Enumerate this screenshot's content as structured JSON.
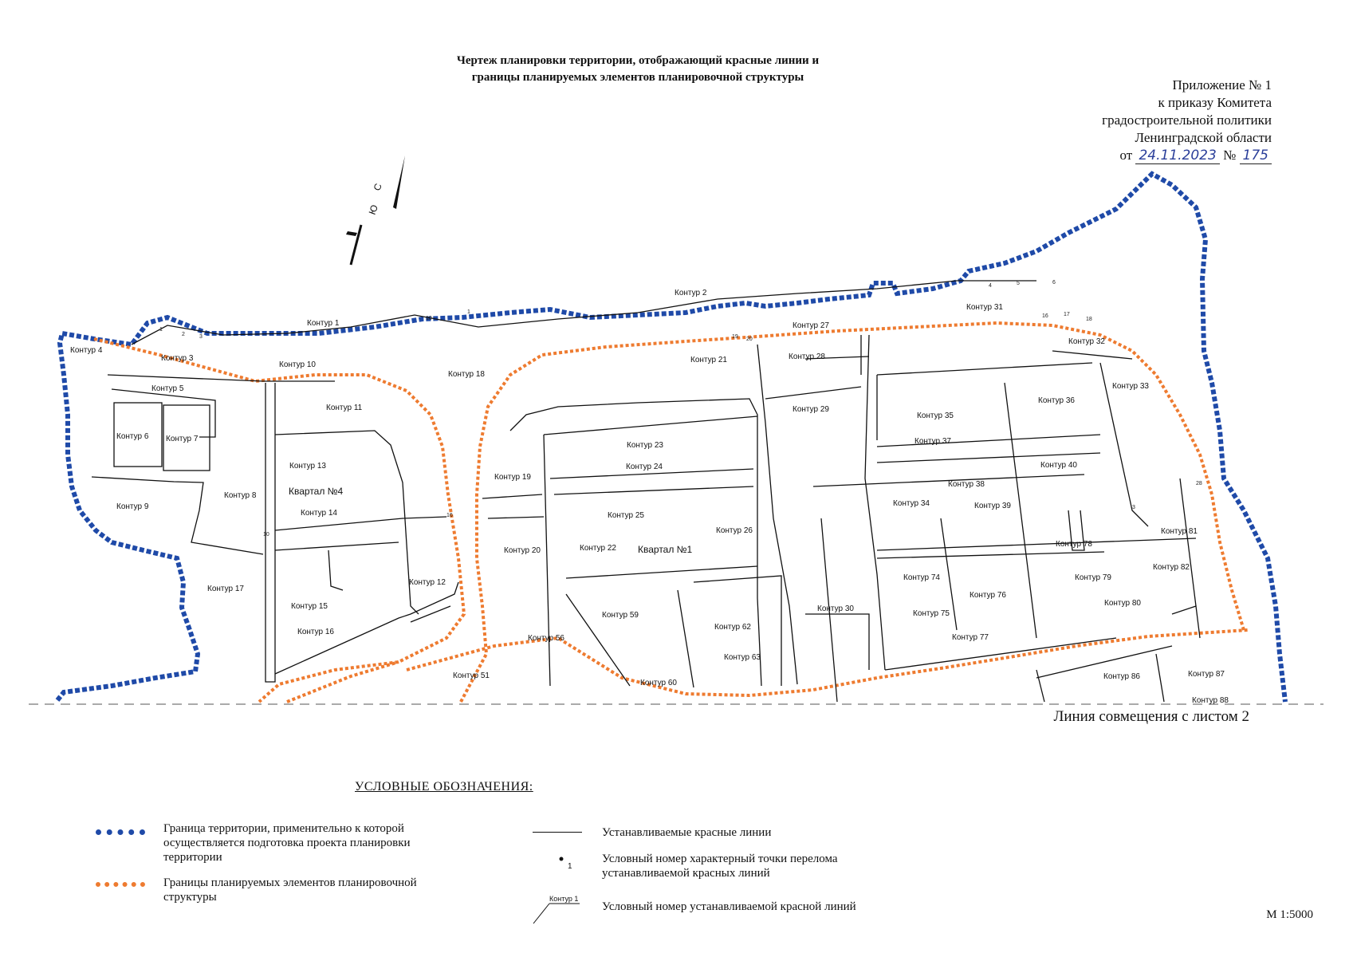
{
  "header": {
    "title_line1": "Чертеж планировки территории, отображающий красные линии и",
    "title_line2": "границы планируемых элементов планировочной структуры"
  },
  "appendix": {
    "line1": "Приложение № 1",
    "line2": "к приказу Комитета",
    "line3": "градостроительной политики",
    "line4": "Ленинградской области",
    "date_prefix": "от",
    "date": "24.11.2023",
    "num_prefix": "№",
    "num": "175"
  },
  "north_arrow": {
    "north": "С",
    "south": "Ю"
  },
  "map": {
    "quarters": [
      "Квартал №4",
      "Квартал №1"
    ],
    "contours": [
      "Контур 1",
      "Контур 2",
      "Контур 3",
      "Контур 4",
      "Контур 5",
      "Контур 6",
      "Контур 7",
      "Контур 8",
      "Контур 9",
      "Контур 10",
      "Контур 11",
      "Контур 12",
      "Контур 13",
      "Контур 14",
      "Контур 15",
      "Контур 16",
      "Контур 17",
      "Контур 18",
      "Контур 19",
      "Контур 20",
      "Контур 21",
      "Контур 22",
      "Контур 23",
      "Контур 24",
      "Контур 25",
      "Контур 26",
      "Контур 27",
      "Контур 28",
      "Контур 29",
      "Контур 30",
      "Контур 31",
      "Контур 32",
      "Контур 33",
      "Контур 34",
      "Контур 35",
      "Контур 36",
      "Контур 37",
      "Контур 38",
      "Контур 39",
      "Контур 40",
      "Контур 51",
      "Контур 56",
      "Контур 59",
      "Контур 60",
      "Контур 62",
      "Контур 63",
      "Контур 74",
      "Контур 75",
      "Контур 76",
      "Контур 77",
      "Контур 78",
      "Контур 79",
      "Контур 80",
      "Контур 81",
      "Контур 82",
      "Контур 86",
      "Контур 87",
      "Контур 88"
    ],
    "seam_label": "Линия совмещения с листом 2"
  },
  "legend": {
    "title": "УСЛОВНЫЕ ОБОЗНАЧЕНИЯ:",
    "territory_boundary": "Граница территории, применительно к которой осуществляется подготовка проекта планировки территории",
    "element_boundaries": "Границы планируемых элементов планировочной структуры",
    "red_lines": "Устанавливаемые красные линии",
    "break_point": "Условный номер характерный точки перелома устанавливаемой красных линий",
    "break_point_sample": "1",
    "contour_number": "Условный номер устанавливаемой красной линий",
    "contour_sample": "Контур 1"
  },
  "scale": "М 1:5000",
  "colors": {
    "territory": "#1f4aa8",
    "elements": "#ee7b30",
    "red_lines": "#111111"
  }
}
